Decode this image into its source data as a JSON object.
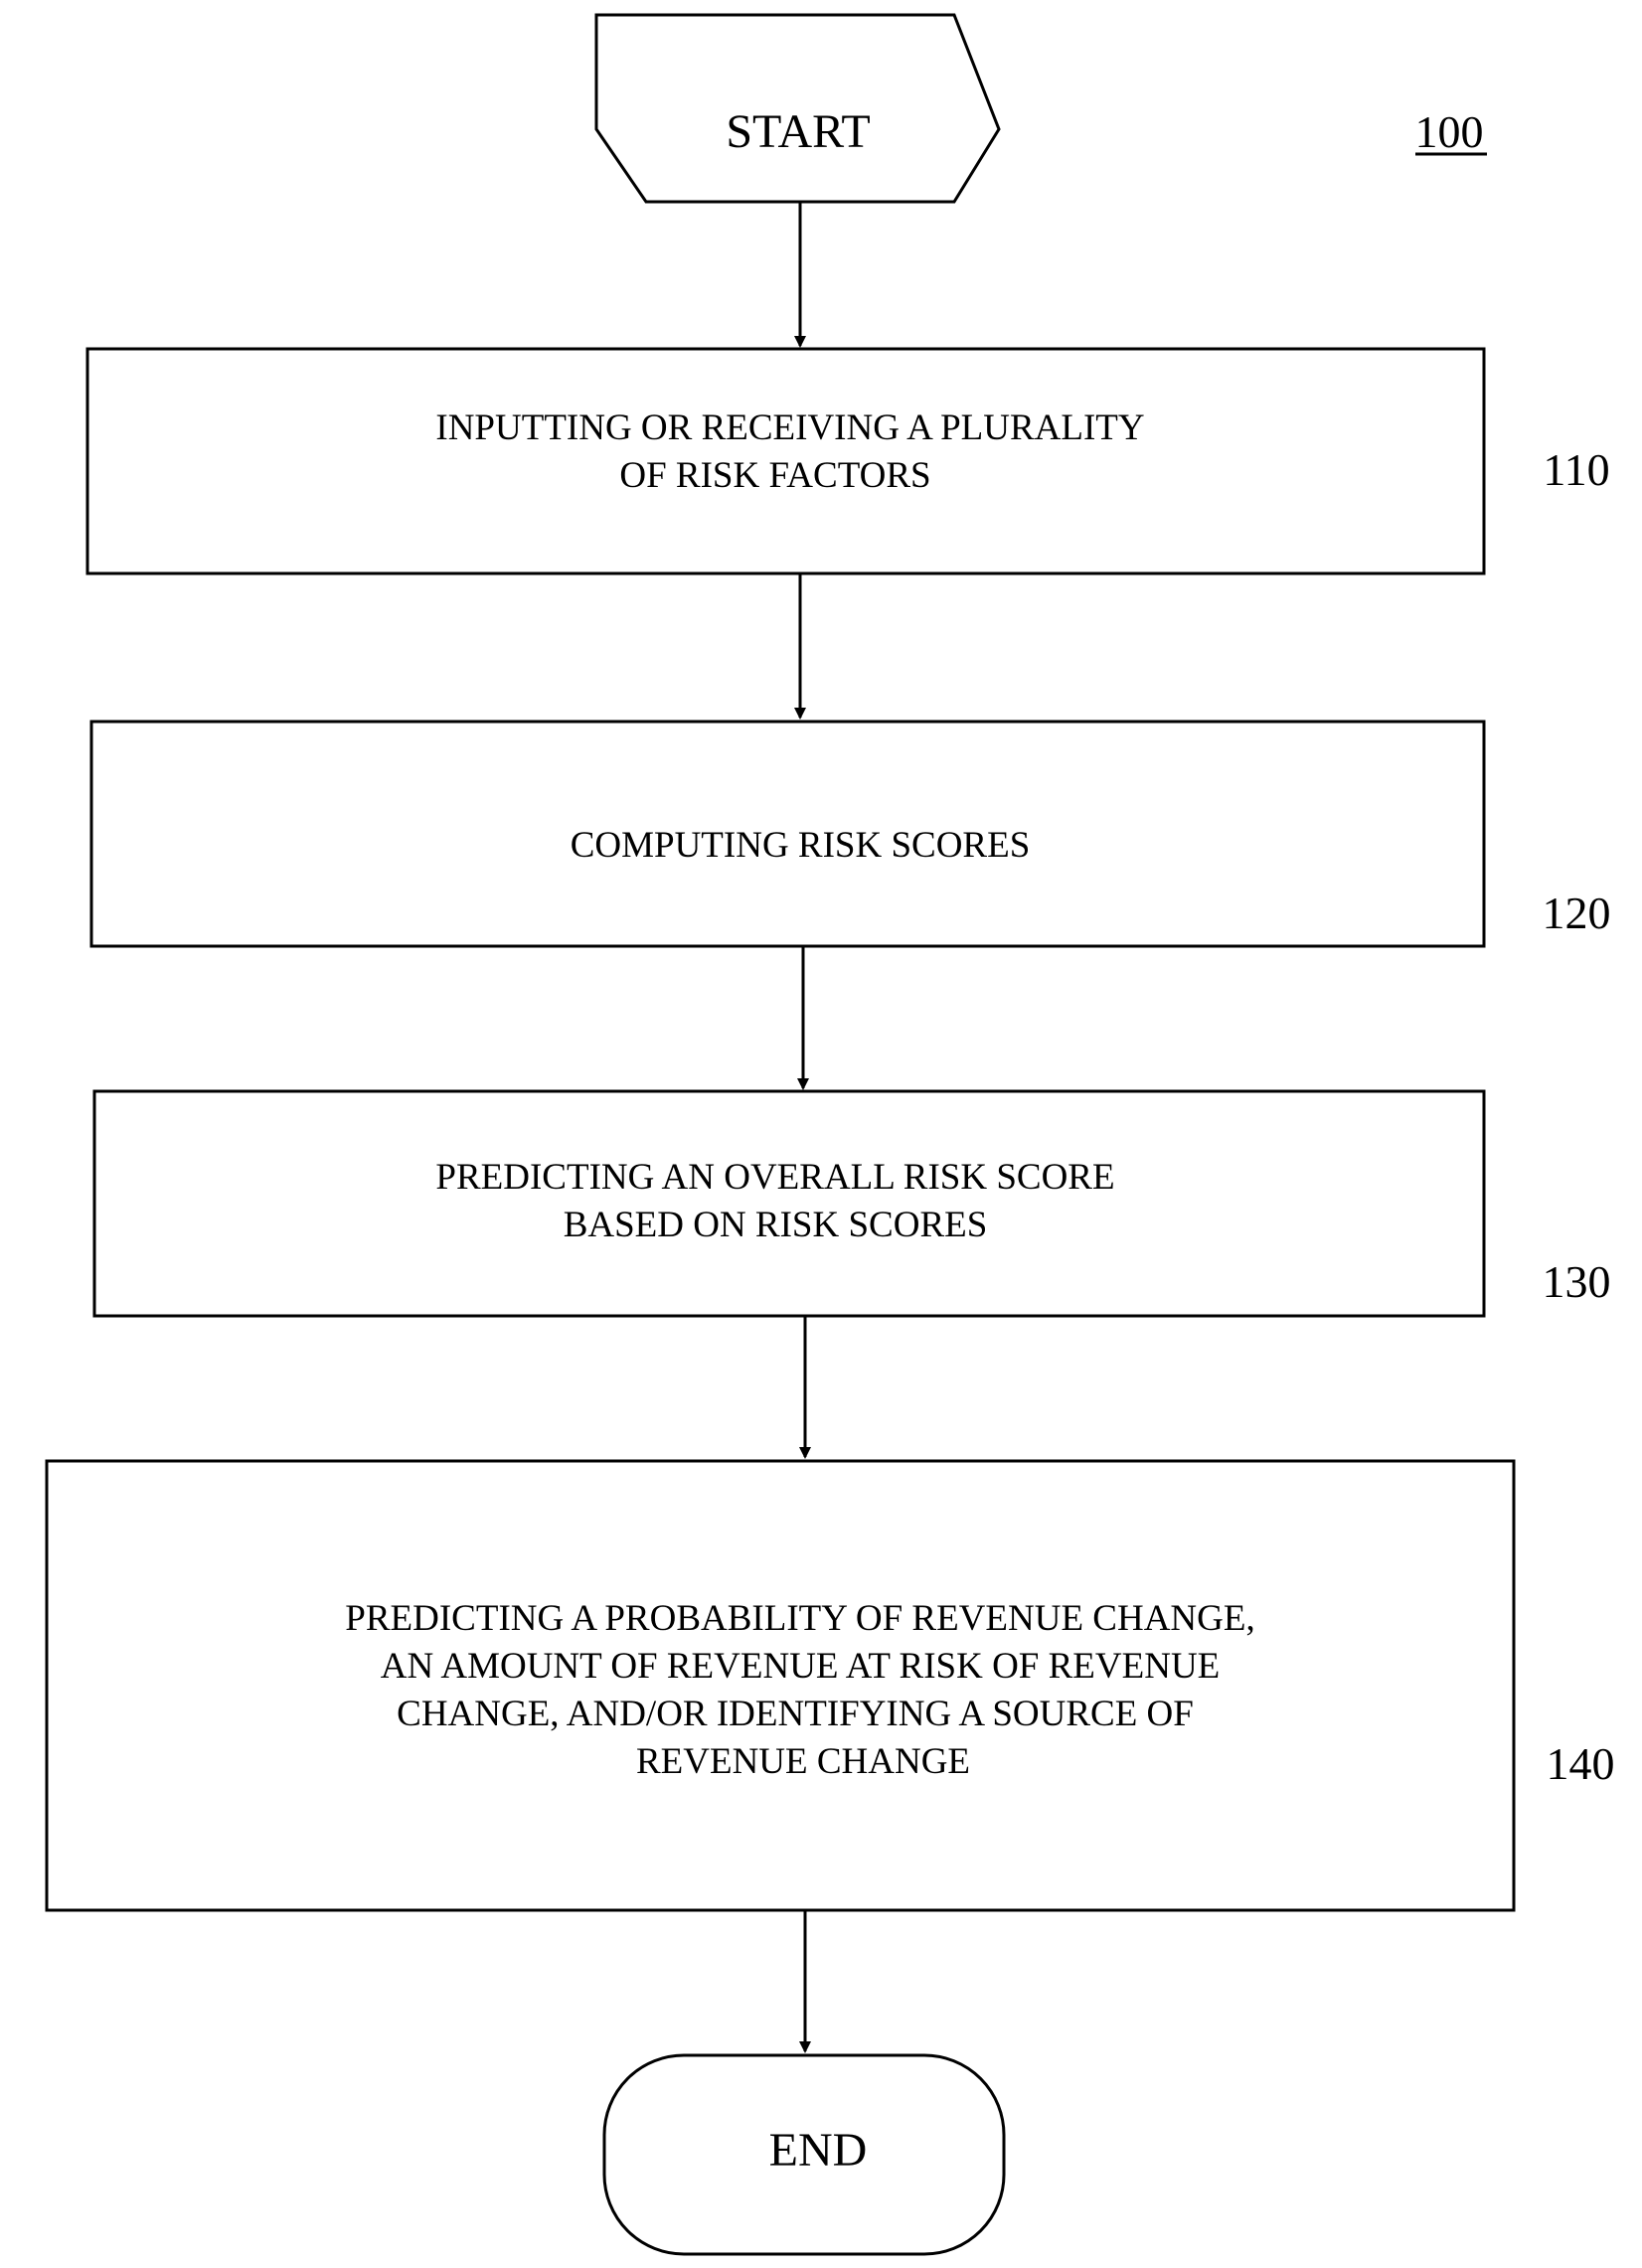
{
  "figure": {
    "reference_number": "100"
  },
  "start": {
    "label": "START"
  },
  "end": {
    "label": "END"
  },
  "steps": [
    {
      "ref": "110",
      "lines": [
        "INPUTTING OR RECEIVING A PLURALITY",
        "OF RISK FACTORS"
      ]
    },
    {
      "ref": "120",
      "lines": [
        "COMPUTING RISK SCORES"
      ]
    },
    {
      "ref": "130",
      "lines": [
        "PREDICTING AN OVERALL RISK SCORE",
        "BASED ON RISK SCORES"
      ]
    },
    {
      "ref": "140",
      "lines": [
        "PREDICTING A PROBABILITY OF REVENUE CHANGE,",
        "AN AMOUNT OF REVENUE AT RISK OF REVENUE",
        "CHANGE, AND/OR IDENTIFYING A SOURCE OF",
        "REVENUE CHANGE"
      ]
    }
  ]
}
